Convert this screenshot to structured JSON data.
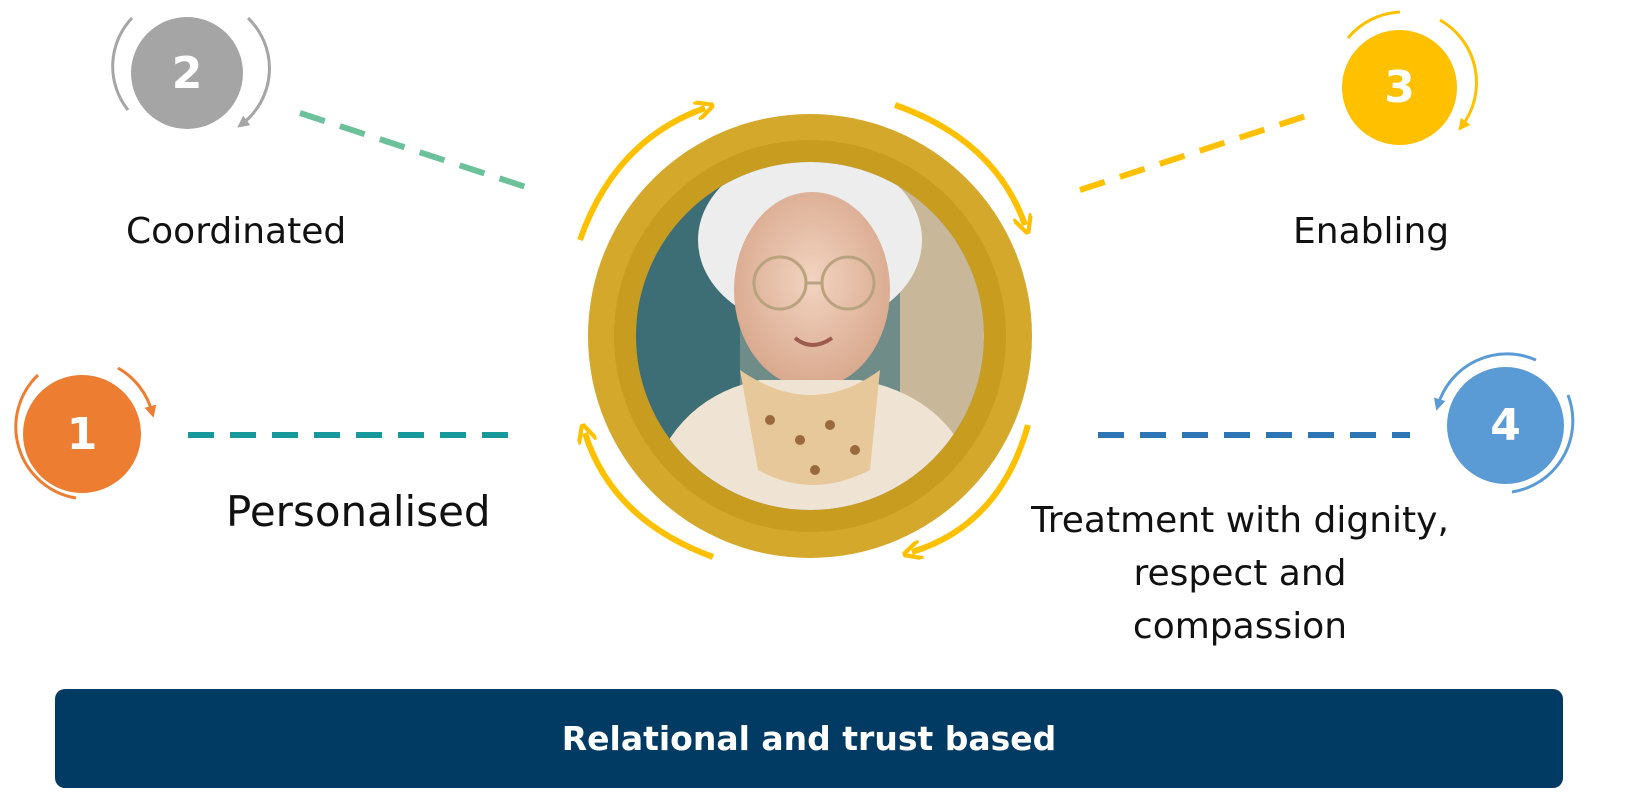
{
  "items": [
    {
      "num": "1",
      "label": "Personalised",
      "color": "#ED7D31"
    },
    {
      "num": "2",
      "label": "Coordinated",
      "color": "#A5A5A5"
    },
    {
      "num": "3",
      "label": "Enabling",
      "color": "#FFC000"
    },
    {
      "num": "4",
      "label": "Treatment with dignity,\nrespect and\ncompassion",
      "color": "#5B9BD5"
    }
  ],
  "center": {
    "photo": "elderly-woman-portrait",
    "ring_color": "#D4A82A",
    "arrow_color": "#FFC000"
  },
  "banner": {
    "text": "Relational and trust based",
    "color": "#013A63"
  }
}
